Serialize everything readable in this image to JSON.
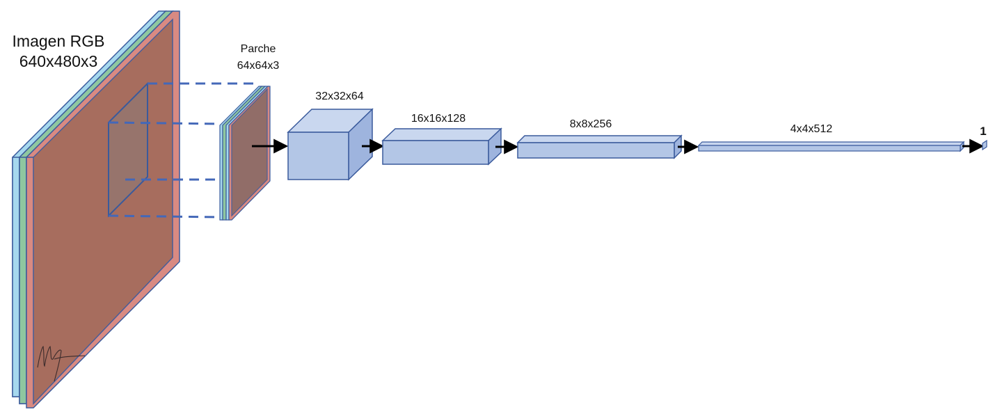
{
  "image": {
    "title": "Imagen RGB",
    "dims": "640x480x3"
  },
  "patch": {
    "title": "Parche",
    "dims": "64x64x3"
  },
  "layers": [
    {
      "label": "32x32x64"
    },
    {
      "label": "16x16x128"
    },
    {
      "label": "8x8x256"
    },
    {
      "label": "4x4x512"
    }
  ],
  "output": {
    "label": "1"
  },
  "colors": {
    "blue_channel": "#a6d8ee",
    "green_channel": "#8fc7a0",
    "red_channel": "#d98a82",
    "brown_overlay": "#a36b5c",
    "layer_front": "#b3c6e6",
    "layer_top": "#c9d7ef",
    "layer_side": "#9eb4de",
    "outline": "#3a5a9c",
    "dashed": "#4468b8",
    "arrow": "#000000"
  },
  "signature": "signature-scribble"
}
